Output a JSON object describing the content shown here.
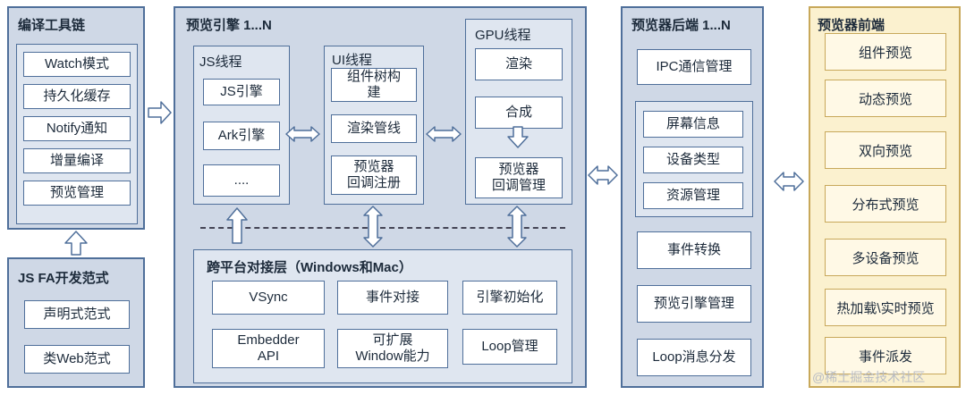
{
  "toolchain": {
    "title": "编译工具链",
    "items": [
      "Watch模式",
      "持久化缓存",
      "Notify通知",
      "增量编译",
      "预览管理"
    ]
  },
  "jsfa": {
    "title": "JS FA开发范式",
    "items": [
      "声明式范式",
      "类Web范式"
    ]
  },
  "engine": {
    "title": "预览引擎 1...N",
    "js_thread": {
      "title": "JS线程",
      "items": [
        "JS引擎",
        "Ark引擎",
        "...."
      ]
    },
    "ui_thread": {
      "title": "UI线程",
      "items": [
        "组件树构\n建",
        "渲染管线",
        "预览器\n回调注册"
      ]
    },
    "gpu_thread": {
      "title": "GPU线程",
      "items": [
        "渲染",
        "合成",
        "预览器\n回调管理"
      ]
    },
    "platform": {
      "title": "跨平台对接层（Windows和Mac）",
      "items": [
        "VSync",
        "事件对接",
        "引擎初始化",
        "Embedder\nAPI",
        "可扩展\nWindow能力",
        "Loop管理"
      ]
    }
  },
  "backend": {
    "title": "预览器后端 1...N",
    "ipc": "IPC通信管理",
    "group": [
      "屏幕信息",
      "设备类型",
      "资源管理"
    ],
    "items": [
      "事件转换",
      "预览引擎管理",
      "Loop消息分发"
    ]
  },
  "frontend": {
    "title": "预览器前端",
    "items": [
      "组件预览",
      "动态预览",
      "双向预览",
      "分布式预览",
      "多设备预览",
      "热加载\\实时预览",
      "事件派发"
    ]
  },
  "watermark": "@稀土掘金技术社区"
}
